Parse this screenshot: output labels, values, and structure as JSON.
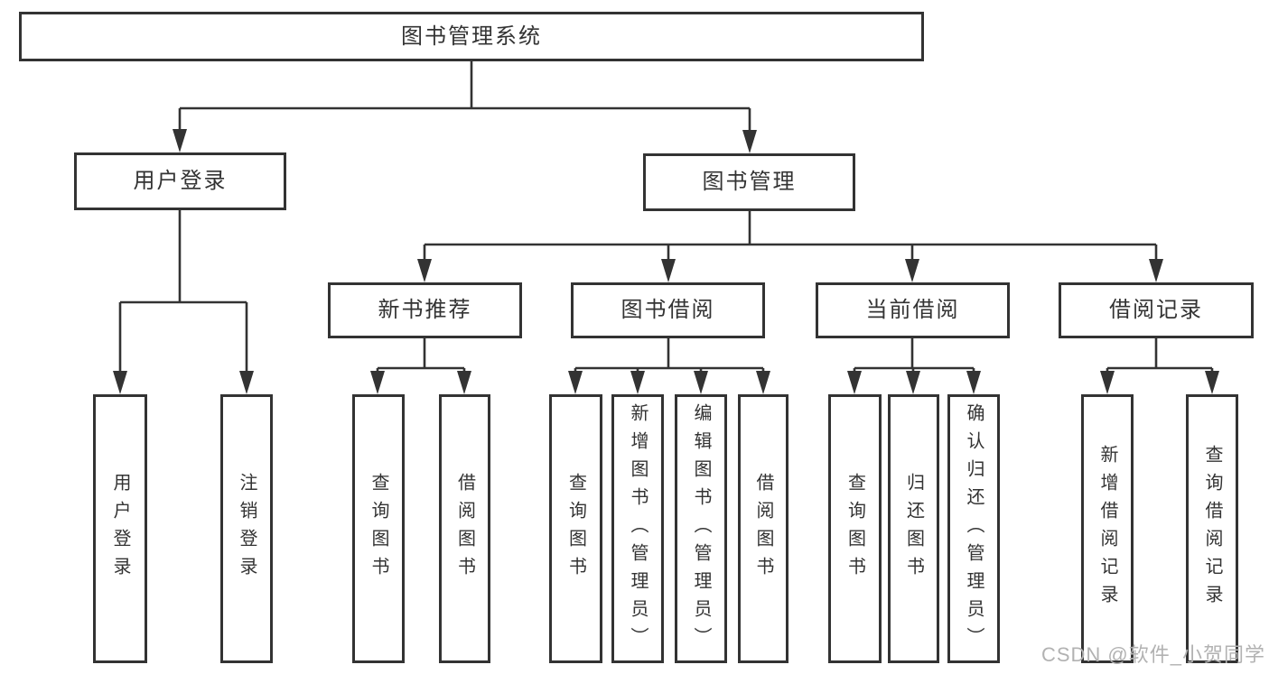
{
  "tree": {
    "root": "图书管理系统",
    "branches": [
      {
        "label": "用户登录",
        "children": [
          "用户登录",
          "注销登录"
        ]
      },
      {
        "label": "图书管理",
        "groups": [
          {
            "label": "新书推荐",
            "children": [
              "查询图书",
              "借阅图书"
            ]
          },
          {
            "label": "图书借阅",
            "children": [
              "查询图书",
              "新增图书（管理员）",
              "编辑图书（管理员）",
              "借阅图书"
            ]
          },
          {
            "label": "当前借阅",
            "children": [
              "查询图书",
              "归还图书",
              "确认归还（管理员）"
            ]
          },
          {
            "label": "借阅记录",
            "children": [
              "新增借阅记录",
              "查询借阅记录"
            ]
          }
        ]
      }
    ]
  },
  "watermark": "CSDN @软件_小贺同学",
  "colors": {
    "line": "#333333",
    "box_border": "#333333",
    "text": "#333333",
    "watermark": "#b2b2b2",
    "background": "#ffffff"
  }
}
